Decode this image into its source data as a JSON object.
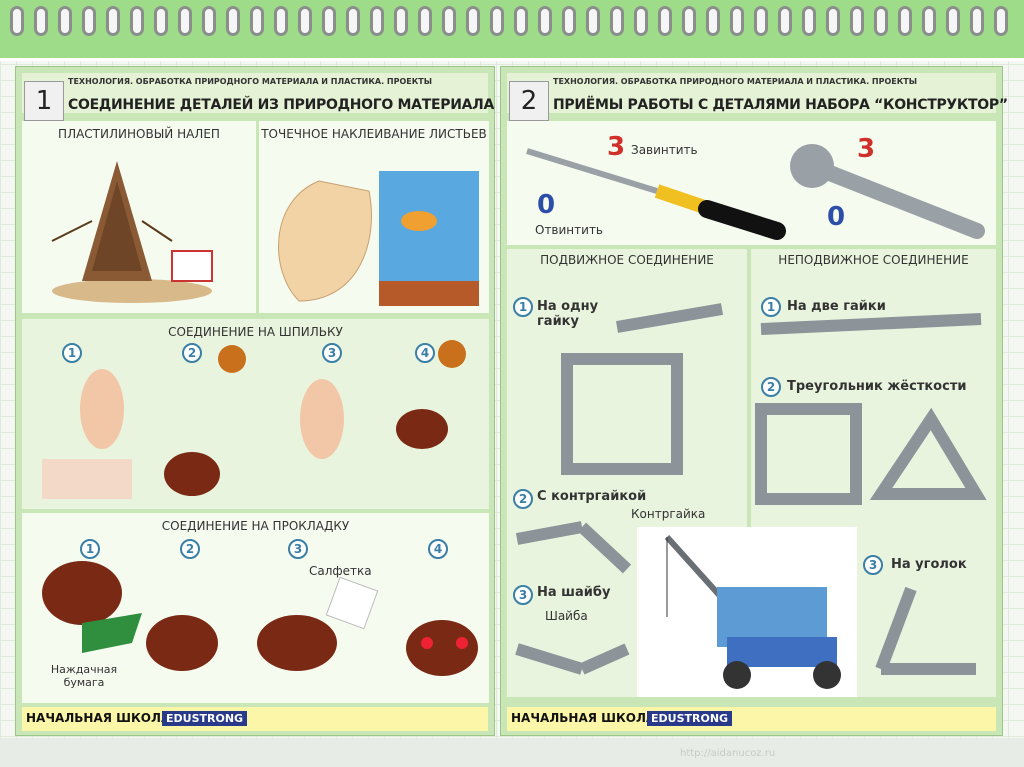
{
  "left": {
    "number": "1",
    "subtitle": "ТЕХНОЛОГИЯ. ОБРАБОТКА ПРИРОДНОГО МАТЕРИАЛА И ПЛАСТИКА. ПРОЕКТЫ",
    "title": "СОЕДИНЕНИЕ ДЕТАЛЕЙ ИЗ ПРИРОДНОГО МАТЕРИАЛА",
    "panel1_caption": "ПЛАСТИЛИНОВЫЙ НАЛЕП",
    "panel2_caption": "ТОЧЕЧНОЕ НАКЛЕИВАНИЕ ЛИСТЬЕВ",
    "pin_caption": "СОЕДИНЕНИЕ НА ШПИЛЬКУ",
    "pad_caption": "СОЕДИНЕНИЕ НА ПРОКЛАДКУ",
    "steps": [
      "1",
      "2",
      "3",
      "4"
    ],
    "napkin_label": "Салфетка",
    "sandpaper_label": "Наждачная бумага",
    "footer_school": "НАЧАЛЬНАЯ ШКОЛА",
    "footer_brand": "EDUSTRONG"
  },
  "right": {
    "number": "2",
    "subtitle": "ТЕХНОЛОГИЯ. ОБРАБОТКА ПРИРОДНОГО МАТЕРИАЛА И ПЛАСТИКА. ПРОЕКТЫ",
    "title": "ПРИЁМЫ РАБОТЫ С ДЕТАЛЯМИ НАБОРА “КОНСТРУКТОР”",
    "screw_in": "Завинтить",
    "screw_out": "Отвинтить",
    "movable": "ПОДВИЖНОЕ СОЕДИНЕНИЕ",
    "fixed": "НЕПОДВИЖНОЕ СОЕДИНЕНИЕ",
    "m1": "На одну гайку",
    "m2": "С контргайкой",
    "locknut": "Контргайка",
    "m3": "На шайбу",
    "washer": "Шайба",
    "f1": "На две гайки",
    "f2": "Треугольник жёсткости",
    "f3": "На уголок",
    "footer_school": "НАЧАЛЬНАЯ ШКОЛА",
    "footer_brand": "EDUSTRONG"
  },
  "watermark": "http://aidanucoz.ru",
  "colors": {
    "strip_green": "#9edc8a",
    "poster_green": "#c8e6b6",
    "step_blue": "#3a7fa5",
    "arrow_red": "#d0302a",
    "arrow_blue": "#2c4ea8"
  },
  "icons": [
    "spiral-ring-icon",
    "pine-cone-icon",
    "leaf-icon",
    "chestnut-icon",
    "screwdriver-icon",
    "wrench-icon",
    "metal-strip-icon",
    "crane-icon"
  ]
}
